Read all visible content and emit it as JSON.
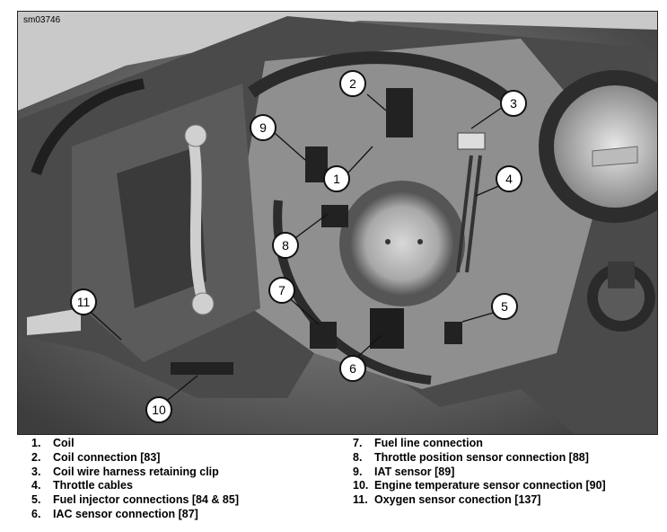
{
  "figure_id": "sm03746",
  "callouts": [
    "1",
    "2",
    "3",
    "4",
    "5",
    "6",
    "7",
    "8",
    "9",
    "10",
    "11"
  ],
  "legend": {
    "left": [
      {
        "num": "1.",
        "text": "Coil"
      },
      {
        "num": "2.",
        "text": "Coil connection [83]"
      },
      {
        "num": "3.",
        "text": "Coil wire harness retaining clip"
      },
      {
        "num": "4.",
        "text": "Throttle cables"
      },
      {
        "num": "5.",
        "text": "Fuel injector connections [84 & 85]"
      },
      {
        "num": "6.",
        "text": "IAC sensor connection [87]"
      }
    ],
    "right": [
      {
        "num": "7.",
        "text": "Fuel line connection"
      },
      {
        "num": "8.",
        "text": "Throttle position sensor connection [88]"
      },
      {
        "num": "9.",
        "text": "IAT sensor [89]"
      },
      {
        "num": "10.",
        "text": "Engine temperature sensor connection [90]"
      },
      {
        "num": "11.",
        "text": "Oxygen sensor conection [137]"
      }
    ]
  }
}
